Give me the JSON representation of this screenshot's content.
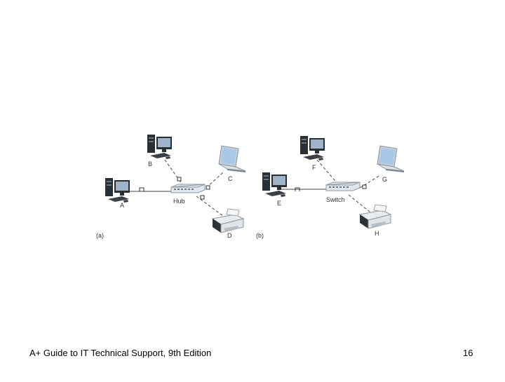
{
  "diagram_a": {
    "caption": "(a)",
    "hub_label": "Hub",
    "node_labels": {
      "a": "A",
      "b": "B",
      "c": "C",
      "d": "D"
    }
  },
  "diagram_b": {
    "caption": "(b)",
    "switch_label": "Switch",
    "node_labels": {
      "e": "E",
      "f": "F",
      "g": "G",
      "h": "H"
    }
  },
  "footer": {
    "title": "A+ Guide to IT Technical Support, 9th Edition",
    "page_number": "16"
  },
  "colors": {
    "background": "#ffffff",
    "device_dark": "#2a2f34",
    "device_light": "#c9d3dc",
    "screen_blue": "#a8c8ea",
    "label_text": "#333333"
  },
  "icons": [
    "desktop-computer-icon",
    "laptop-icon",
    "printer-icon",
    "network-hub-icon",
    "network-switch-icon",
    "data-packet-icon"
  ]
}
